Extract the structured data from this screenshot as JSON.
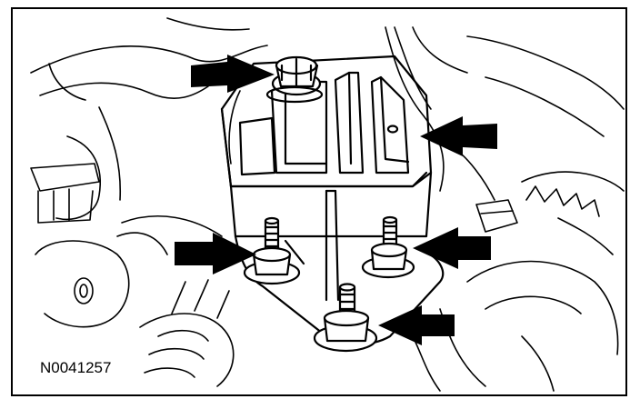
{
  "figure": {
    "id_label": "N0041257",
    "line_color": "#000000",
    "background_color": "#ffffff"
  },
  "callouts": [
    {
      "name": "arrow-top-bolt",
      "icon": "arrow-right-icon"
    },
    {
      "name": "arrow-side-hole",
      "icon": "arrow-left-icon"
    },
    {
      "name": "arrow-left-stud-nut",
      "icon": "arrow-right-icon"
    },
    {
      "name": "arrow-right-stud-nut",
      "icon": "arrow-left-icon"
    },
    {
      "name": "arrow-bottom-stud-nut",
      "icon": "arrow-left-icon"
    }
  ]
}
